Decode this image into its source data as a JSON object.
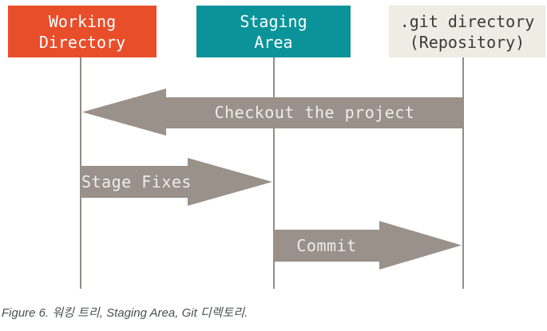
{
  "figure": {
    "boxes": [
      {
        "id": "working-directory",
        "label": "Working\nDirectory"
      },
      {
        "id": "staging-area",
        "label": "Staging\nArea"
      },
      {
        "id": "git-directory",
        "label": ".git directory\n(Repository)"
      }
    ],
    "arrows": [
      {
        "id": "checkout",
        "label": "Checkout the project",
        "direction": "left",
        "from": "git-directory",
        "to": "working-directory"
      },
      {
        "id": "stage",
        "label": "Stage Fixes",
        "direction": "right",
        "from": "working-directory",
        "to": "staging-area"
      },
      {
        "id": "commit",
        "label": "Commit",
        "direction": "right",
        "from": "staging-area",
        "to": "git-directory"
      }
    ],
    "caption": "Figure 6. 워킹 트리, Staging Area, Git 디렉토리."
  },
  "colors": {
    "background": "#FFFFFF",
    "working_bg": "#E94E2B",
    "staging_bg": "#0A949A",
    "git_bg": "#EEECE3",
    "git_text": "#3D3935",
    "box_text": "#FFFFFF",
    "arrow_fill": "#99918A",
    "arrow_text": "#EFEDE9",
    "lifeline": "#908D89",
    "caption_text": "#4B4F54"
  }
}
